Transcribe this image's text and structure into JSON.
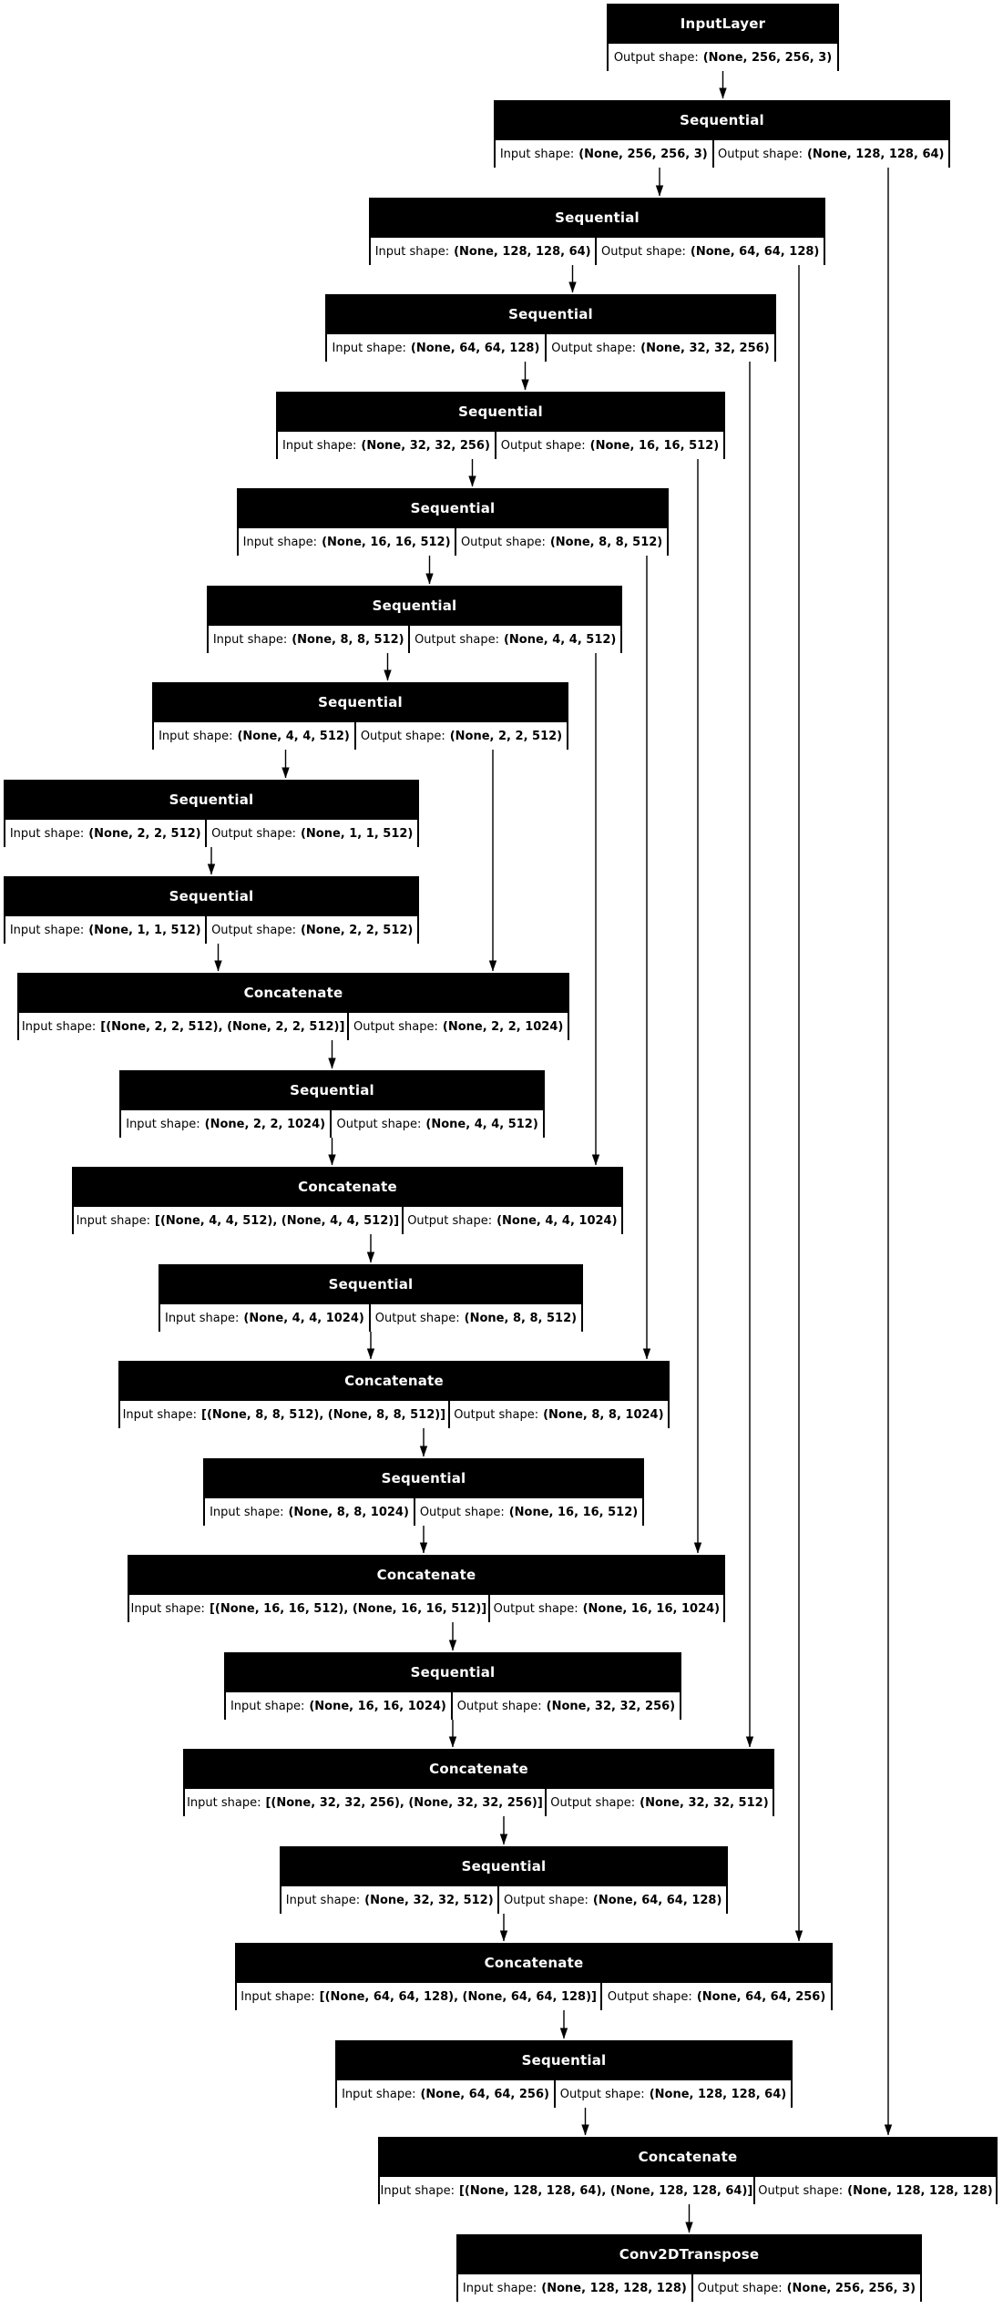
{
  "diagram": {
    "kind": "keras-model-plot",
    "labels": {
      "input": "Input shape:",
      "output": "Output shape:"
    },
    "colors": {
      "node_header_fill": "#000000",
      "node_header_text": "#ffffff",
      "cell_fill": "#ffffff",
      "cell_text": "#000000",
      "border": "#000000",
      "edge": "#000000",
      "background": "#ffffff"
    },
    "nodes": [
      {
        "title": "InputLayer",
        "input": null,
        "output": "(None, 256, 256, 3)"
      },
      {
        "title": "Sequential",
        "input": "(None, 256, 256, 3)",
        "output": "(None, 128, 128, 64)"
      },
      {
        "title": "Sequential",
        "input": "(None, 128, 128, 64)",
        "output": "(None, 64, 64, 128)"
      },
      {
        "title": "Sequential",
        "input": "(None, 64, 64, 128)",
        "output": "(None, 32, 32, 256)"
      },
      {
        "title": "Sequential",
        "input": "(None, 32, 32, 256)",
        "output": "(None, 16, 16, 512)"
      },
      {
        "title": "Sequential",
        "input": "(None, 16, 16, 512)",
        "output": "(None, 8, 8, 512)"
      },
      {
        "title": "Sequential",
        "input": "(None, 8, 8, 512)",
        "output": "(None, 4, 4, 512)"
      },
      {
        "title": "Sequential",
        "input": "(None, 4, 4, 512)",
        "output": "(None, 2, 2, 512)"
      },
      {
        "title": "Sequential",
        "input": "(None, 2, 2, 512)",
        "output": "(None, 1, 1, 512)"
      },
      {
        "title": "Sequential",
        "input": "(None, 1, 1, 512)",
        "output": "(None, 2, 2, 512)"
      },
      {
        "title": "Concatenate",
        "input": "[(None, 2, 2, 512), (None, 2, 2, 512)]",
        "output": "(None, 2, 2, 1024)"
      },
      {
        "title": "Sequential",
        "input": "(None, 2, 2, 1024)",
        "output": "(None, 4, 4, 512)"
      },
      {
        "title": "Concatenate",
        "input": "[(None, 4, 4, 512), (None, 4, 4, 512)]",
        "output": "(None, 4, 4, 1024)"
      },
      {
        "title": "Sequential",
        "input": "(None, 4, 4, 1024)",
        "output": "(None, 8, 8, 512)"
      },
      {
        "title": "Concatenate",
        "input": "[(None, 8, 8, 512), (None, 8, 8, 512)]",
        "output": "(None, 8, 8, 1024)"
      },
      {
        "title": "Sequential",
        "input": "(None, 8, 8, 1024)",
        "output": "(None, 16, 16, 512)"
      },
      {
        "title": "Concatenate",
        "input": "[(None, 16, 16, 512), (None, 16, 16, 512)]",
        "output": "(None, 16, 16, 1024)"
      },
      {
        "title": "Sequential",
        "input": "(None, 16, 16, 1024)",
        "output": "(None, 32, 32, 256)"
      },
      {
        "title": "Concatenate",
        "input": "[(None, 32, 32, 256), (None, 32, 32, 256)]",
        "output": "(None, 32, 32, 512)"
      },
      {
        "title": "Sequential",
        "input": "(None, 32, 32, 512)",
        "output": "(None, 64, 64, 128)"
      },
      {
        "title": "Concatenate",
        "input": "[(None, 64, 64, 128), (None, 64, 64, 128)]",
        "output": "(None, 64, 64, 256)"
      },
      {
        "title": "Sequential",
        "input": "(None, 64, 64, 256)",
        "output": "(None, 128, 128, 64)"
      },
      {
        "title": "Concatenate",
        "input": "[(None, 128, 128, 64), (None, 128, 128, 64)]",
        "output": "(None, 128, 128, 128)"
      },
      {
        "title": "Conv2DTranspose",
        "input": "(None, 128, 128, 128)",
        "output": "(None, 256, 256, 3)"
      }
    ],
    "edges": {
      "flow": [
        [
          0,
          1
        ],
        [
          1,
          2
        ],
        [
          2,
          3
        ],
        [
          3,
          4
        ],
        [
          4,
          5
        ],
        [
          5,
          6
        ],
        [
          6,
          7
        ],
        [
          7,
          8
        ],
        [
          8,
          9
        ],
        [
          9,
          10
        ],
        [
          10,
          11
        ],
        [
          11,
          12
        ],
        [
          12,
          13
        ],
        [
          13,
          14
        ],
        [
          14,
          15
        ],
        [
          15,
          16
        ],
        [
          16,
          17
        ],
        [
          17,
          18
        ],
        [
          18,
          19
        ],
        [
          19,
          20
        ],
        [
          20,
          21
        ],
        [
          21,
          22
        ],
        [
          22,
          23
        ]
      ],
      "skip": [
        [
          7,
          10
        ],
        [
          6,
          12
        ],
        [
          5,
          14
        ],
        [
          4,
          16
        ],
        [
          3,
          18
        ],
        [
          2,
          20
        ],
        [
          1,
          22
        ]
      ]
    }
  }
}
